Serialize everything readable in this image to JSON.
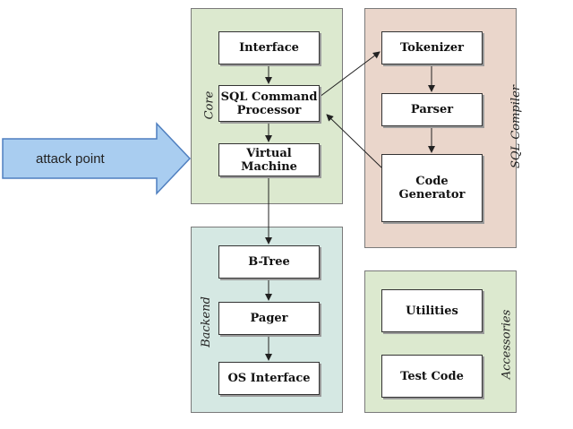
{
  "diagram": {
    "groups": {
      "core": {
        "label": "Core"
      },
      "sql_compiler": {
        "label": "SQL Compiler"
      },
      "backend": {
        "label": "Backend"
      },
      "accessories": {
        "label": "Accessories"
      }
    },
    "boxes": {
      "interface": "Interface",
      "sql_command_processor": "SQL Command\nProcessor",
      "virtual_machine": "Virtual Machine",
      "tokenizer": "Tokenizer",
      "parser": "Parser",
      "code_generator": "Code\nGenerator",
      "btree": "B-Tree",
      "pager": "Pager",
      "os_interface": "OS Interface",
      "utilities": "Utilities",
      "test_code": "Test Code"
    },
    "callout": {
      "label": "attack point",
      "arrow_color": "#a9cdf0",
      "arrow_border": "#4f7fbf"
    },
    "colors": {
      "core": "#dce9cf",
      "sql_compiler": "#ead6cb",
      "backend": "#d5e8e3",
      "accessories": "#dce9cf"
    }
  }
}
